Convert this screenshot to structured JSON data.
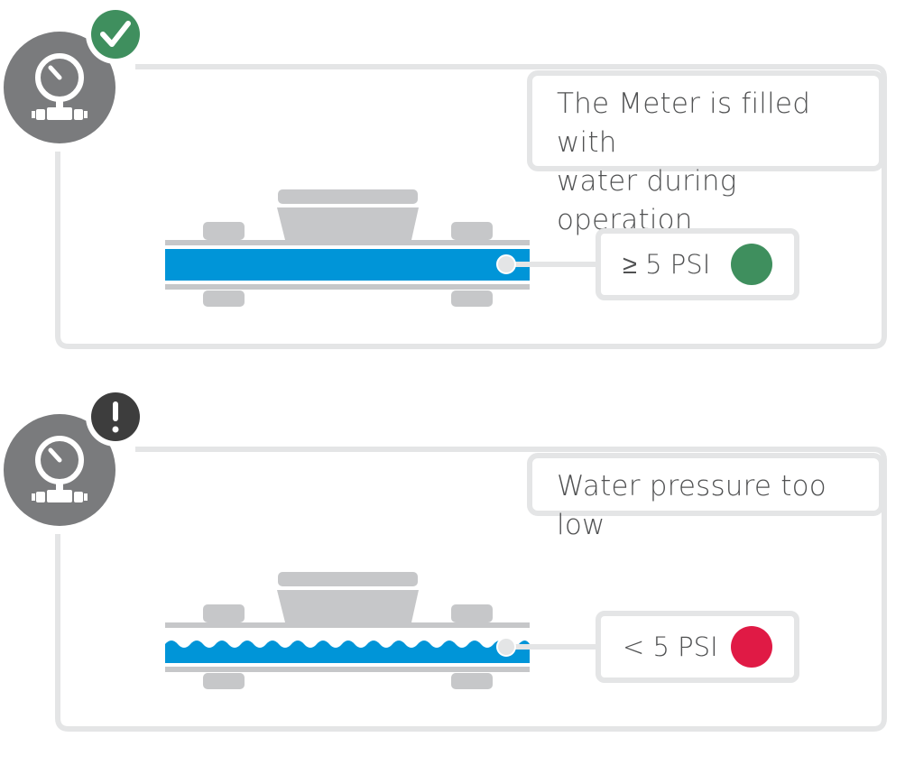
{
  "panels": [
    {
      "id": "normal",
      "description": "The Meter is filled with\nwater during operation",
      "pressure": "≥ 5 PSI",
      "status": "ok",
      "badge": "check",
      "colors": {
        "badge": "#3f8f5e",
        "status": "#3f8f5e"
      }
    },
    {
      "id": "low",
      "description": "Water pressure too low",
      "pressure": "< 5 PSI",
      "status": "error",
      "badge": "exclamation",
      "colors": {
        "badge": "#3d3d3d",
        "status": "#e01a45"
      }
    }
  ],
  "colors": {
    "water": "#0095d8",
    "pipe": "#c6c7c9",
    "icon": "#7a7b7d",
    "frame": "#e4e5e6"
  }
}
